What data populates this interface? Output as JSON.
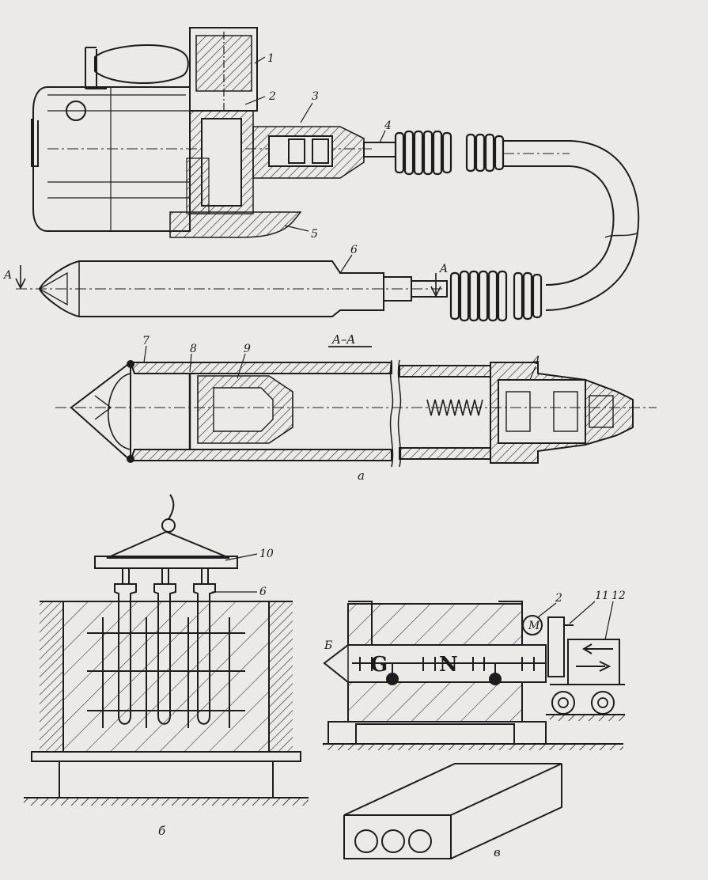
{
  "labels": {
    "n1": "1",
    "n2": "2",
    "n3": "3",
    "n4": "4",
    "n5": "5",
    "n6": "6",
    "n7": "7",
    "n8": "8",
    "n9": "9",
    "n10": "10",
    "n11": "11",
    "n12": "12",
    "n4b": "4",
    "n6b": "6",
    "n2b": "2",
    "section_left": "A",
    "section_right": "A",
    "section_title": "A–A",
    "motor": "M",
    "letter_g": "G",
    "letter_n": "N",
    "cap_a": "а",
    "cap_b": "б",
    "cap_v": "в",
    "b_left": "Б"
  },
  "colors": {
    "ink": "#1c1c1c",
    "paper": "#eceae6",
    "hatch": "#3a3a3a"
  }
}
